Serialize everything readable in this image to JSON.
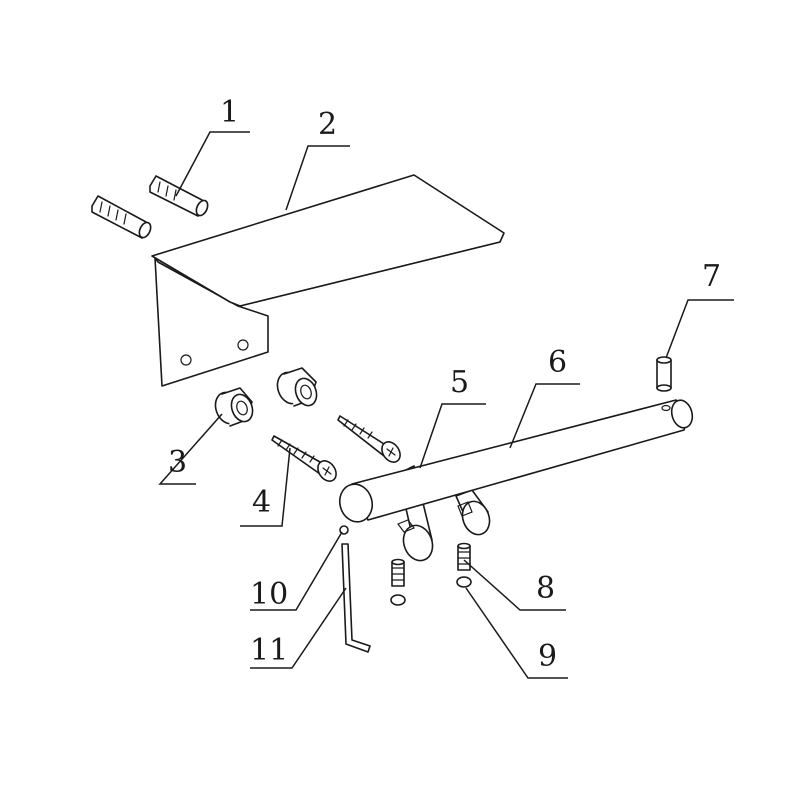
{
  "diagram": {
    "style": "exploded assembly line drawing",
    "line_color": "#1a1a1a",
    "background": "#ffffff"
  },
  "callouts": [
    {
      "id": "1",
      "label": "1"
    },
    {
      "id": "2",
      "label": "2"
    },
    {
      "id": "3",
      "label": "3"
    },
    {
      "id": "4",
      "label": "4"
    },
    {
      "id": "5",
      "label": "5"
    },
    {
      "id": "6",
      "label": "6"
    },
    {
      "id": "7",
      "label": "7"
    },
    {
      "id": "8",
      "label": "8"
    },
    {
      "id": "9",
      "label": "9"
    },
    {
      "id": "10",
      "label": "10"
    },
    {
      "id": "11",
      "label": "11"
    }
  ]
}
